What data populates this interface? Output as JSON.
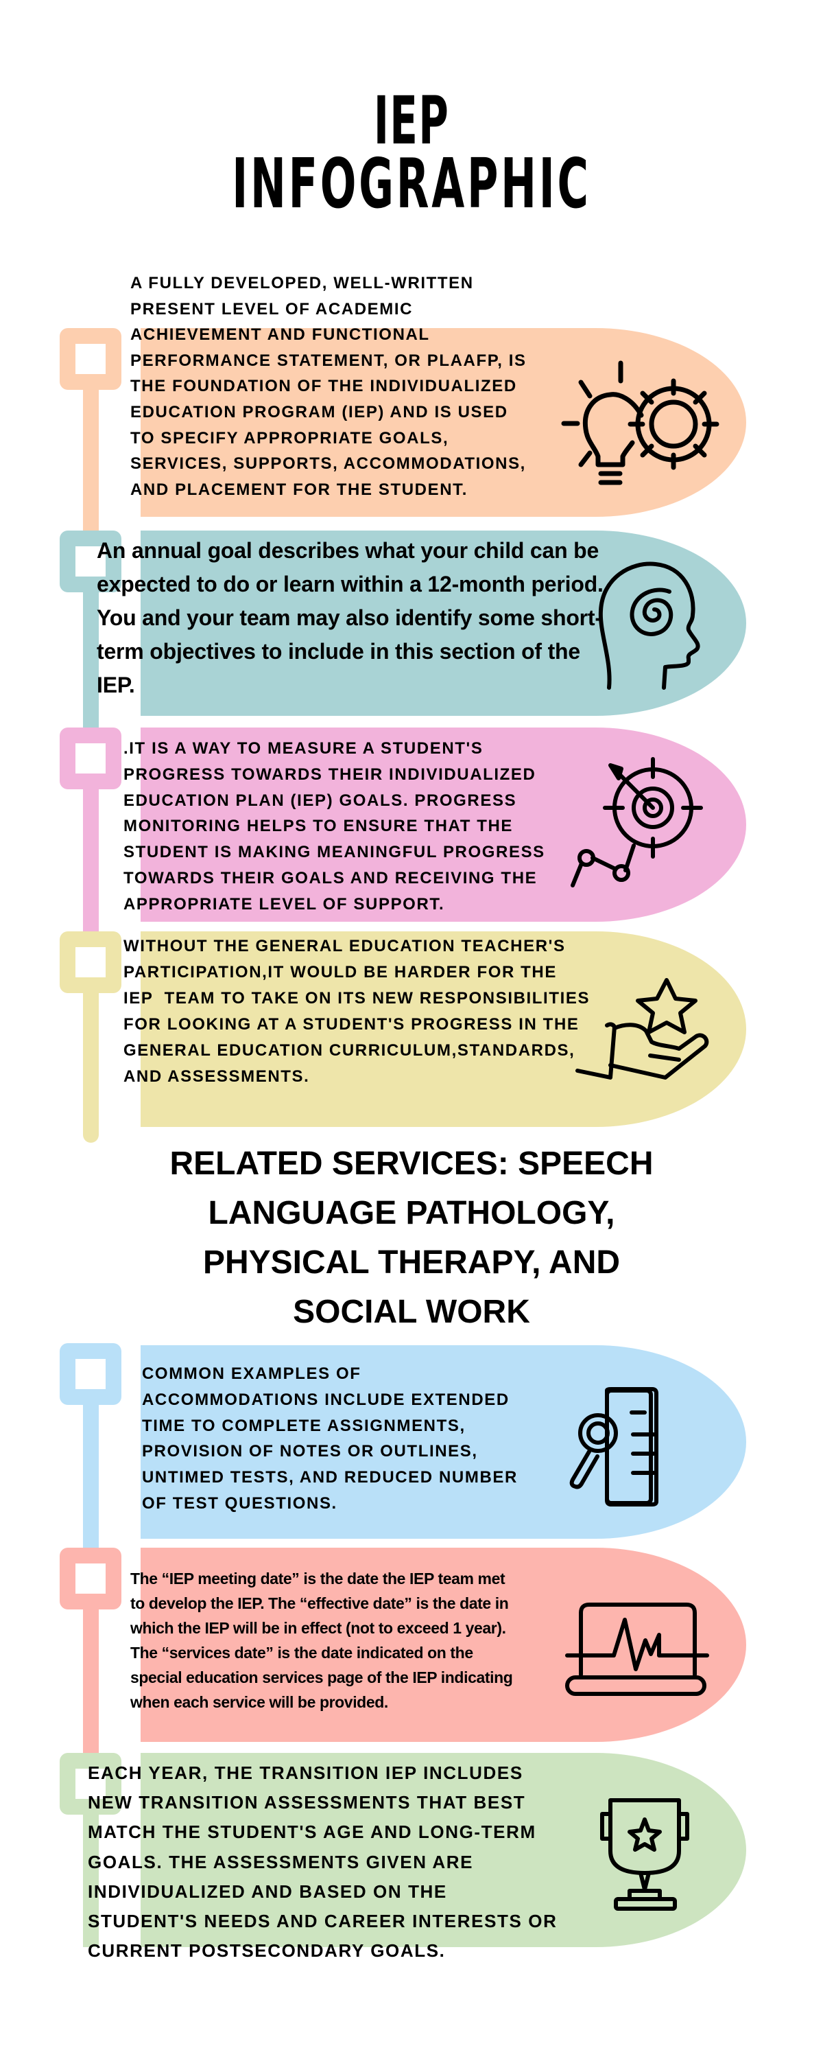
{
  "title": {
    "line1": "IEP",
    "line2": "INFOGRAPHIC"
  },
  "colors": {
    "peach": "#FDCFAF",
    "teal": "#A9D3D5",
    "pink": "#F2B3DB",
    "yellow": "#EEE5AA",
    "blue": "#B9E0F8",
    "salmon": "#FDB5AE",
    "green": "#CDE4C0"
  },
  "sections": [
    {
      "id": "plaafp",
      "color": "peach",
      "icon": "lightbulb-gear-icon",
      "lines": [
        "A FULLY DEVELOPED, WELL-WRITTEN",
        "PRESENT LEVEL OF ACADEMIC",
        "ACHIEVEMENT AND FUNCTIONAL",
        "PERFORMANCE STATEMENT, OR PLAAFP, IS",
        "THE FOUNDATION OF THE INDIVIDUALIZED",
        "EDUCATION PROGRAM (IEP) AND IS USED",
        "TO SPECIFY APPROPRIATE GOALS,",
        "SERVICES, SUPPORTS, ACCOMMODATIONS,",
        "AND PLACEMENT FOR THE STUDENT."
      ]
    },
    {
      "id": "annual-goals",
      "color": "teal",
      "icon": "head-spiral-icon",
      "lines": [
        "An annual goal describes what your child can be",
        "expected to do or learn within a 12-month period.",
        "You and your team may also identify some short-",
        "term objectives to include in this section of the",
        "IEP."
      ]
    },
    {
      "id": "progress-monitoring",
      "color": "pink",
      "icon": "target-arrow-icon",
      "lines": [
        ".IT IS A WAY TO MEASURE A STUDENT'S",
        "PROGRESS TOWARDS THEIR INDIVIDUALIZED",
        "EDUCATION PLAN (IEP) GOALS. PROGRESS",
        "MONITORING HELPS TO ENSURE THAT THE",
        "STUDENT IS MAKING MEANINGFUL PROGRESS",
        "TOWARDS THEIR GOALS AND RECEIVING THE",
        "APPROPRIATE LEVEL OF SUPPORT."
      ]
    },
    {
      "id": "general-education-teacher",
      "color": "yellow",
      "icon": "hand-star-icon",
      "lines": [
        "WITHOUT THE GENERAL EDUCATION TEACHER'S",
        "PARTICIPATION,IT WOULD BE HARDER FOR THE",
        "IEP  TEAM TO TAKE ON ITS NEW RESPONSIBILITIES",
        "FOR LOOKING AT A STUDENT'S PROGRESS IN THE",
        "GENERAL EDUCATION CURRICULUM,STANDARDS,",
        "AND ASSESSMENTS."
      ]
    },
    {
      "id": "accommodations",
      "color": "blue",
      "icon": "document-search-icon",
      "lines": [
        "COMMON EXAMPLES OF",
        "ACCOMMODATIONS INCLUDE EXTENDED",
        "TIME TO COMPLETE ASSIGNMENTS,",
        "PROVISION OF NOTES OR OUTLINES,",
        "UNTIMED TESTS, AND REDUCED NUMBER",
        "OF TEST QUESTIONS."
      ]
    },
    {
      "id": "iep-dates",
      "color": "salmon",
      "icon": "laptop-pulse-icon",
      "lines": [
        "The “IEP meeting date” is the date the IEP team met",
        "to develop the IEP. The “effective date” is the date in",
        "which the IEP will be in effect (not to exceed 1 year).",
        "The “services date” is the date indicated on the",
        "special education services page of the IEP indicating",
        "when each service will be provided."
      ]
    },
    {
      "id": "transition-assessments",
      "color": "green",
      "icon": "trophy-star-icon",
      "lines": [
        "EACH YEAR, THE TRANSITION IEP INCLUDES",
        "NEW TRANSITION ASSESSMENTS THAT BEST",
        "MATCH THE STUDENT'S AGE AND LONG-TERM",
        "GOALS. THE ASSESSMENTS GIVEN ARE",
        "INDIVIDUALIZED AND BASED ON THE",
        "STUDENT'S NEEDS AND CAREER INTERESTS OR",
        "CURRENT POSTSECONDARY GOALS."
      ]
    }
  ],
  "related_services": {
    "lines": [
      "RELATED SERVICES: SPEECH",
      "LANGUAGE PATHOLOGY,",
      "PHYSICAL THERAPY, AND",
      "SOCIAL WORK"
    ]
  }
}
